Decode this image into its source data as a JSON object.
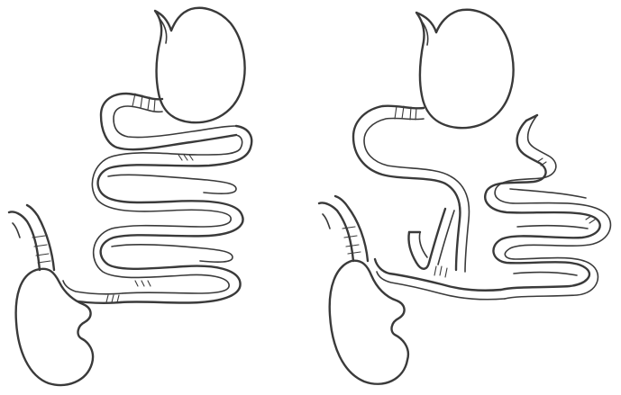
{
  "panels": [
    {
      "id": "left",
      "structures": [
        "stomach",
        "small-intestine-loops",
        "colon"
      ]
    },
    {
      "id": "right",
      "structures": [
        "stomach",
        "small-intestine-loops",
        "colon",
        "bypass-anastomosis"
      ]
    }
  ],
  "colors": {
    "background": "#ffffff",
    "ink": "#3a3a3a"
  }
}
